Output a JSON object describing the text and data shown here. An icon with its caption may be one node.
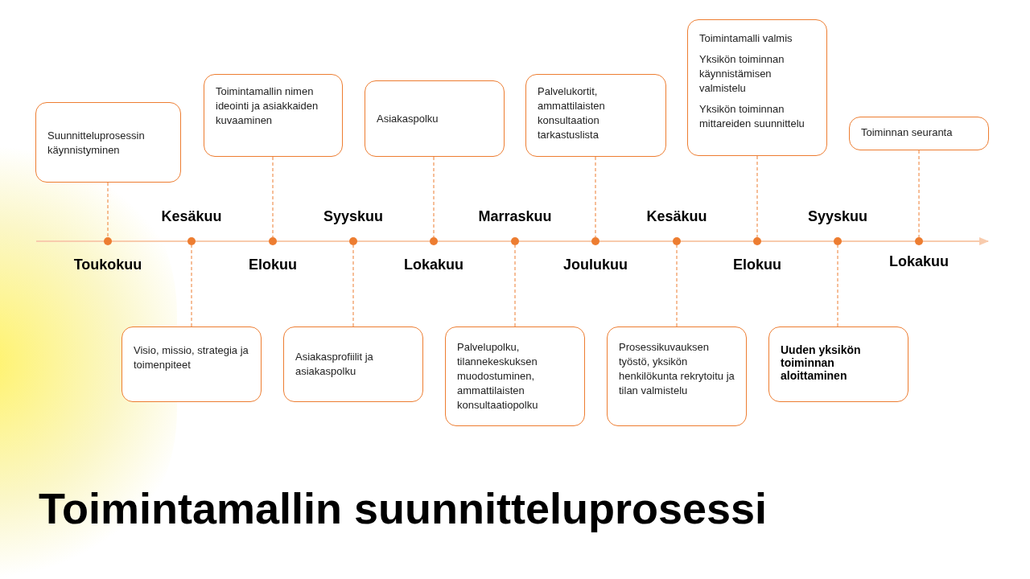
{
  "diagram": {
    "title": "Toimintamallin suunnitteluprosessi",
    "nodes": [
      {
        "text": [
          "Suunnitteluprosessin käynnistyminen"
        ]
      },
      {
        "text": [
          "Toimintamallin nimen ideointi ja asiakkaiden kuvaaminen"
        ]
      },
      {
        "text": [
          "Asiakaspolku"
        ]
      },
      {
        "text": [
          "Palvelukortit, ammattilaisten konsultaation tarkastuslista"
        ]
      },
      {
        "text": [
          "Toimintamalli valmis",
          "Yksikön toiminnan käynnistämisen valmistelu",
          "Yksikön toiminnan mittareiden suunnittelu"
        ]
      },
      {
        "text": [
          "Toiminnan seuranta"
        ]
      },
      {
        "text": [
          "Visio, missio, strategia ja toimenpiteet"
        ]
      },
      {
        "text": [
          "Asiakasprofiilit ja asiakaspolku"
        ]
      },
      {
        "text": [
          "Palvelupolku, tilannekeskuksen muodostuminen, ammattilaisten konsultaatiopolku"
        ]
      },
      {
        "text": [
          "Prosessikuvauksen työstö, yksikön henkilökunta rekrytoitu  ja tilan valmistelu"
        ]
      },
      {
        "text": [
          "Uuden yksikön toiminnan aloittaminen"
        ]
      },
      {
        "text": [],
        "shape": "circle",
        "beside": [
          "Toukokuu"
        ]
      },
      {
        "text": [],
        "shape": "circle",
        "beside": [
          "Kesäkuu"
        ]
      },
      {
        "text": [],
        "shape": "circle",
        "beside": [
          "Elokuu"
        ]
      },
      {
        "text": [],
        "shape": "circle",
        "beside": [
          "Syyskuu"
        ]
      },
      {
        "text": [],
        "shape": "circle",
        "beside": [
          "Lokakuu"
        ]
      },
      {
        "text": [],
        "shape": "circle",
        "beside": [
          "Marraskuu"
        ]
      },
      {
        "text": [],
        "shape": "circle",
        "beside": [
          "Joulukuu"
        ]
      },
      {
        "text": [],
        "shape": "circle",
        "beside": [
          "Kesäkuu"
        ]
      },
      {
        "text": [],
        "shape": "circle",
        "beside": [
          "Elokuu"
        ]
      },
      {
        "text": [],
        "shape": "circle",
        "beside": [
          "Syyskuu"
        ]
      },
      {
        "text": [],
        "shape": "circle",
        "beside": [
          "Lokakuu"
        ]
      }
    ],
    "edges": [
      {
        "from": 0,
        "to": 11,
        "arrow": "none",
        "style": "dashed"
      },
      {
        "from": 1,
        "to": 13,
        "arrow": "none",
        "style": "dashed"
      },
      {
        "from": 2,
        "to": 15,
        "arrow": "none",
        "style": "dashed"
      },
      {
        "from": 3,
        "to": 17,
        "arrow": "none",
        "style": "dashed"
      },
      {
        "from": 4,
        "to": 19,
        "arrow": "none",
        "style": "dashed"
      },
      {
        "from": 5,
        "to": 21,
        "arrow": "none",
        "style": "dashed"
      },
      {
        "from": 6,
        "to": 12,
        "arrow": "none",
        "style": "dashed"
      },
      {
        "from": 7,
        "to": 14,
        "arrow": "none",
        "style": "dashed"
      },
      {
        "from": 8,
        "to": 16,
        "arrow": "none",
        "style": "dashed"
      },
      {
        "from": 9,
        "to": 18,
        "arrow": "none",
        "style": "dashed"
      },
      {
        "from": 10,
        "to": 20,
        "arrow": "none",
        "style": "dashed"
      }
    ]
  }
}
